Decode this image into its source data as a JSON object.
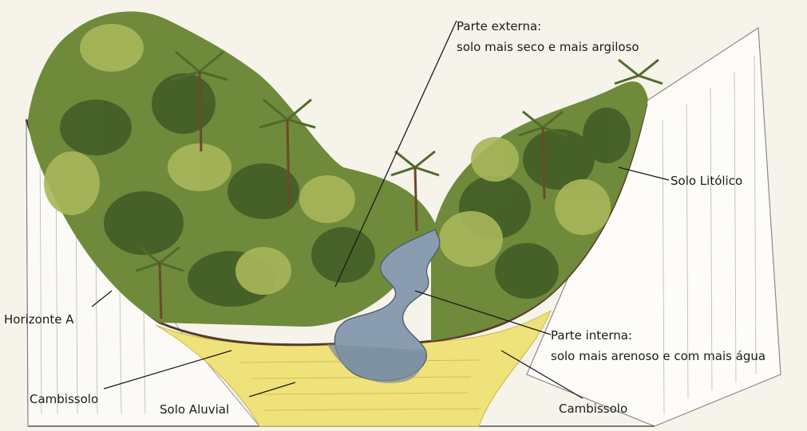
{
  "labels": {
    "parte_externa_title": "Parte externa:",
    "parte_externa_desc": "solo mais seco e mais argiloso",
    "solo_litolico": "Solo Litólico",
    "horizonte_a": "Horizonte A",
    "parte_interna_title": "Parte interna:",
    "parte_interna_desc": "solo mais arenoso e com mais água",
    "cambissolo_left": "Cambissolo",
    "solo_aluvial": "Solo Aluvial",
    "cambissolo_right": "Cambissolo"
  },
  "colors": {
    "background": "#f6f3ea",
    "block_side": "#ffffff",
    "soil_yellow": "#efe27a",
    "soil_line": "#c9b54a",
    "horizon_line": "#5a3a2a",
    "water": "#8a9db0",
    "forest_dark": "#3f5a26",
    "forest_mid": "#6f8a3a",
    "forest_light": "#a9b65a",
    "leader": "#1b1b1b"
  }
}
